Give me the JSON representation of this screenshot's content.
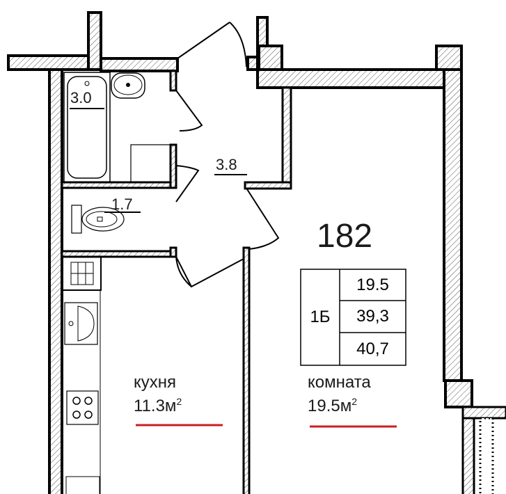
{
  "apartment": {
    "number": "182",
    "type": "1Б",
    "areas": [
      "19.5",
      "39,3",
      "40,7"
    ]
  },
  "rooms": [
    {
      "id": "bathroom",
      "area": "3.0"
    },
    {
      "id": "hall",
      "area": "3.8"
    },
    {
      "id": "toilet",
      "area": "1.7"
    },
    {
      "id": "kitchen",
      "name": "кухня",
      "area": "11.3м",
      "unit_sup": "2"
    },
    {
      "id": "living",
      "name": "комната",
      "area": "19.5м",
      "unit_sup": "2"
    }
  ],
  "colors": {
    "wall": "#000000",
    "accent_underline": "#cc1f1f",
    "hatch": "#555555"
  }
}
